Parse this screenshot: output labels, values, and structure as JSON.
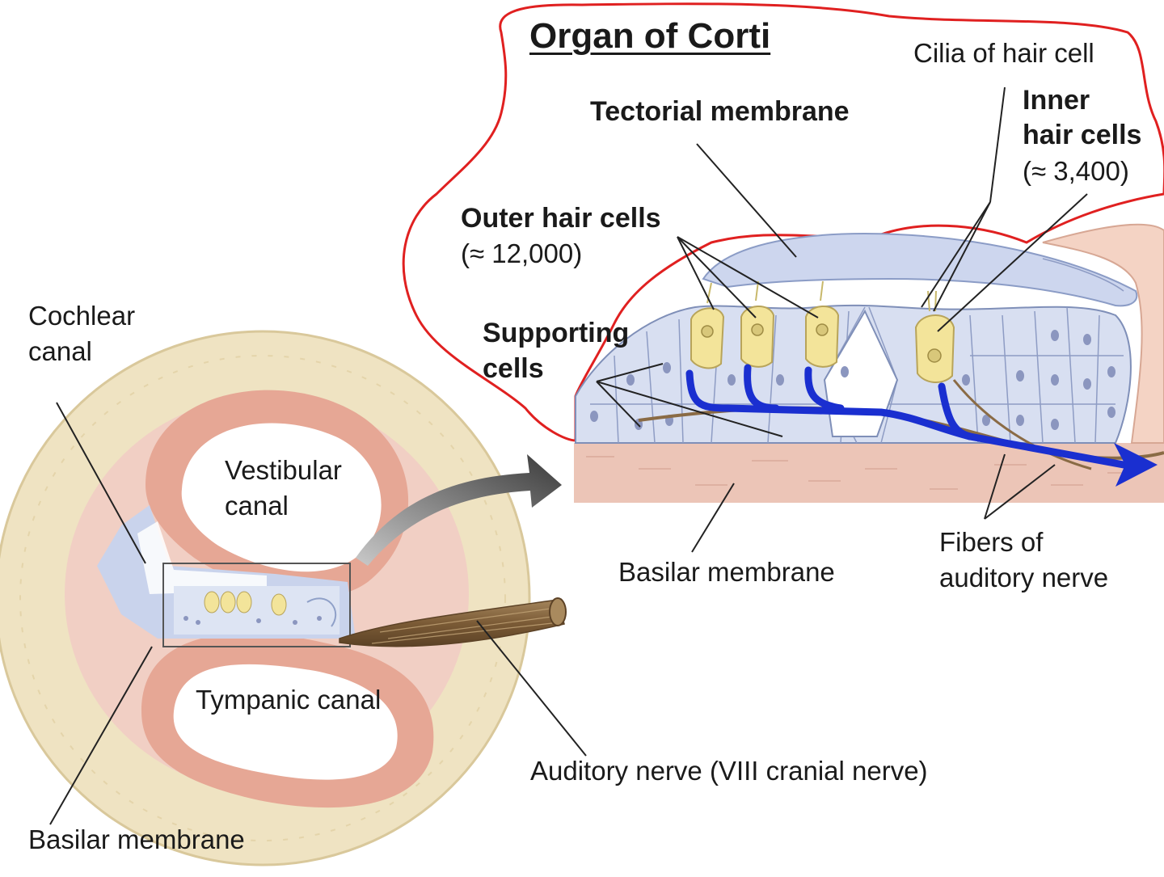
{
  "title": "Organ of Corti",
  "labels": {
    "cilia": "Cilia of hair cell",
    "tectorial": "Tectorial membrane",
    "inner_line1": "Inner",
    "inner_line2": "hair cells",
    "inner_count": "(≈ 3,400)",
    "outer_line1": "Outer hair cells",
    "outer_count": "(≈ 12,000)",
    "supporting_line1": "Supporting",
    "supporting_line2": "cells",
    "cochlear_line1": "Cochlear",
    "cochlear_line2": "canal",
    "vestibular_line1": "Vestibular",
    "vestibular_line2": "canal",
    "tympanic": "Tympanic canal",
    "basilar_detail": "Basilar membrane",
    "fibers_line1": "Fibers of",
    "fibers_line2": "auditory nerve",
    "auditory_nerve": "Auditory nerve (VIII cranial nerve)",
    "basilar_cross": "Basilar membrane"
  },
  "colors": {
    "highlight_outline": "#e02020",
    "nerve_fibers": "#1a2fd0",
    "bone": "#efe3c2",
    "membrane_pink": "#e9b5a7",
    "cells": "#d4dcee",
    "hair_cells": "#f3e49a",
    "nerve_trunk": "#8a6b45"
  }
}
